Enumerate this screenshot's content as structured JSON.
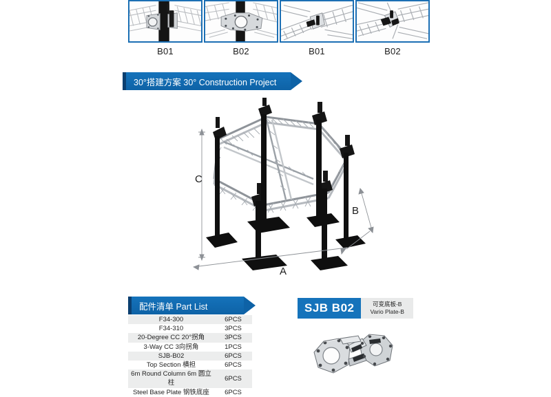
{
  "thumbnails": [
    {
      "label": "B01",
      "caption_name": "truss-corner-clamp-detail"
    },
    {
      "label": "B02",
      "caption_name": "vario-plate-hub-detail"
    },
    {
      "label": "B01",
      "caption_name": "truss-cross-joint-detail"
    },
    {
      "label": "B02",
      "caption_name": "truss-multi-way-joint-detail"
    }
  ],
  "banners": {
    "construction": "30°搭建方案 30° Construction Project",
    "part_list": "配件清单 Part List"
  },
  "diagram": {
    "dimension_labels": {
      "a": "A",
      "b": "B",
      "c": "C"
    },
    "description": "hexagonal truss ring on six columns with steel base plates"
  },
  "part_list": {
    "rows": [
      {
        "name": "F34-300",
        "qty": "6PCS"
      },
      {
        "name": "F34-310",
        "qty": "3PCS"
      },
      {
        "name": "20-Degree CC 20°拐角",
        "qty": "3PCS"
      },
      {
        "name": "3-Way CC 3向拐角",
        "qty": "1PCS"
      },
      {
        "name": "SJB-B02",
        "qty": "6PCS"
      },
      {
        "name": "Top Section 横担",
        "qty": "6PCS"
      },
      {
        "name": "6m Round Column 6m 圆立柱",
        "qty": "6PCS"
      },
      {
        "name": "Steel Base Plate 钢铁底座",
        "qty": "6PCS"
      }
    ]
  },
  "product": {
    "code": "SJB B02",
    "desc_cn": "可变底板-B",
    "desc_en": "Vario Plate-B"
  },
  "colors": {
    "banner_blue": "#1573bb",
    "banner_edge": "#0b3f70",
    "frame_blue": "#1b6fb4",
    "row_shade": "#eceded",
    "desc_bg": "#e9eaea"
  }
}
